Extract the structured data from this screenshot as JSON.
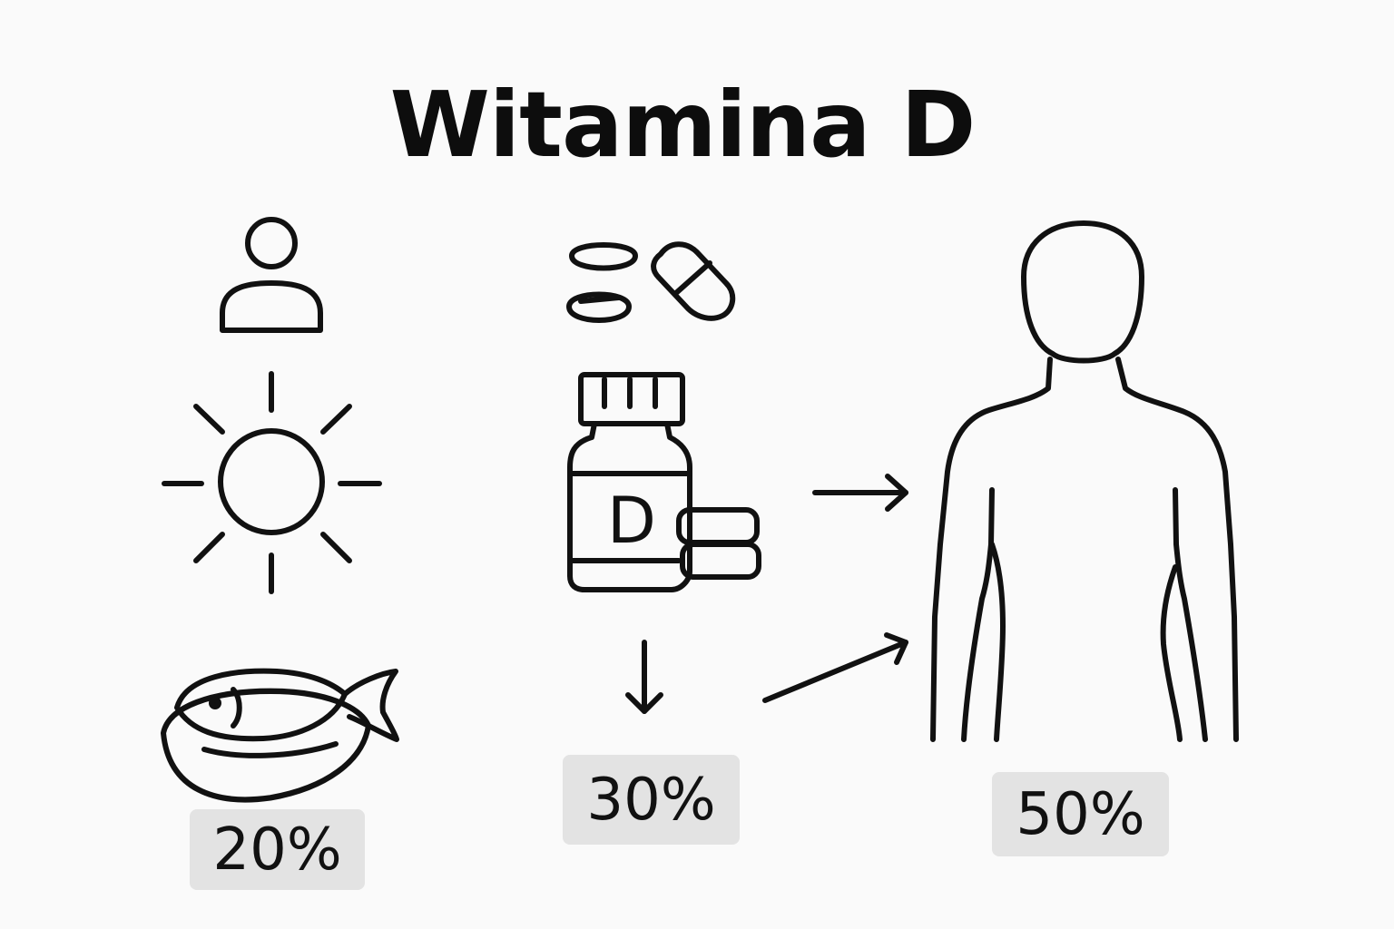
{
  "title": "Witamina D",
  "sources": {
    "sun_food": {
      "icons": [
        "person-icon",
        "sun-icon",
        "fish-icon"
      ],
      "share": "20%"
    },
    "supplements": {
      "icons": [
        "tablets-icon",
        "capsule-icon",
        "supplement-bottle-icon"
      ],
      "bottle_letter": "D",
      "share": "30%"
    },
    "body": {
      "icons": [
        "human-body-icon"
      ],
      "share": "50%"
    }
  },
  "colors": {
    "background": "#fafafa",
    "stroke": "#111111",
    "badge": "#e3e3e3"
  }
}
